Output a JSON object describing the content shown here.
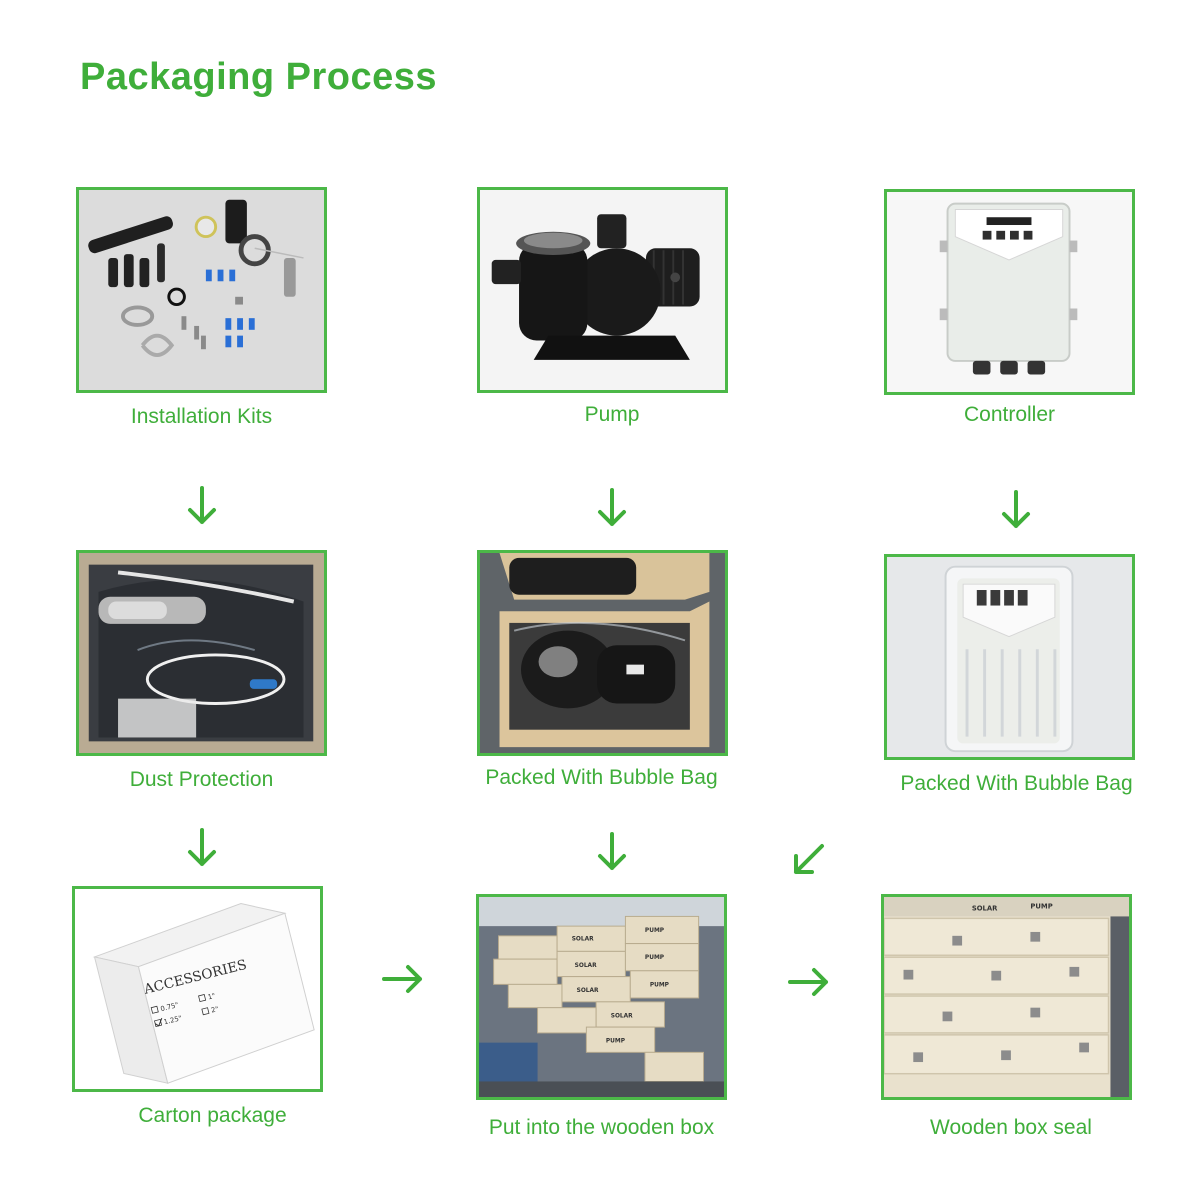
{
  "title": "Packaging Process",
  "accent_color": "#4cb848",
  "steps": [
    {
      "id": "installation-kits",
      "caption": "Installation Kits"
    },
    {
      "id": "pump",
      "caption": "Pump"
    },
    {
      "id": "controller",
      "caption": "Controller"
    },
    {
      "id": "dust-protection",
      "caption": "Dust Protection"
    },
    {
      "id": "pump-bubble-bag",
      "caption": "Packed With Bubble Bag"
    },
    {
      "id": "controller-bubble-bag",
      "caption": "Packed With Bubble Bag"
    },
    {
      "id": "carton-package",
      "caption": "Carton package"
    },
    {
      "id": "wooden-box",
      "caption": "Put into the wooden box"
    },
    {
      "id": "wooden-box-seal",
      "caption": "Wooden box seal"
    }
  ],
  "carton_print": {
    "heading": "ACCESSORIES",
    "options": [
      "0.75\"",
      "1\"",
      "1.25\"",
      "2\""
    ]
  },
  "box_print": {
    "solar": "SOLAR",
    "pump": "PUMP"
  },
  "arrows": [
    {
      "name": "arrow-kits-to-dust",
      "direction": "down"
    },
    {
      "name": "arrow-pump-to-bubble",
      "direction": "down"
    },
    {
      "name": "arrow-controller-to-bubble",
      "direction": "down"
    },
    {
      "name": "arrow-dust-to-carton",
      "direction": "down"
    },
    {
      "name": "arrow-bubble-to-box",
      "direction": "down"
    },
    {
      "name": "arrow-controller-bag-to-box",
      "direction": "down-left"
    },
    {
      "name": "arrow-carton-to-box",
      "direction": "right"
    },
    {
      "name": "arrow-box-to-seal",
      "direction": "right"
    }
  ]
}
